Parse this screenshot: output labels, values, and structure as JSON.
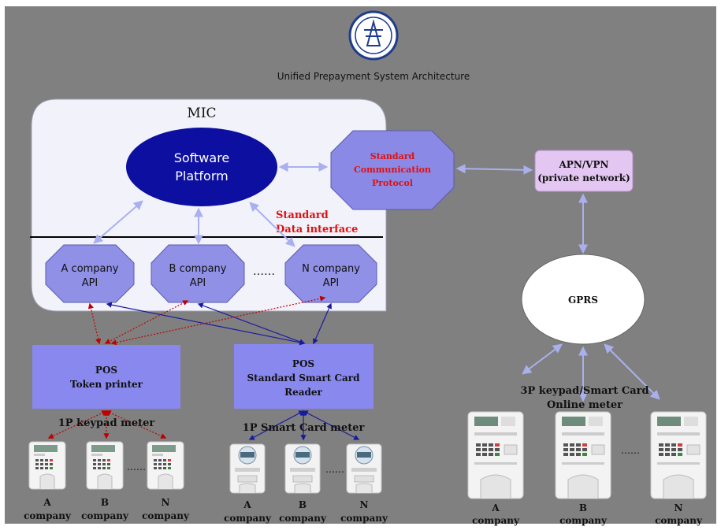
{
  "title": "Unified Prepayment System Architecture",
  "logo": {
    "name": "emblem-seal",
    "text": ""
  },
  "colors": {
    "background": "#808080",
    "mic_panel": "#f2f2fb",
    "platform": "#0d0fa0",
    "protocol": "#8a8ae6",
    "apn": "#e4c6f2",
    "pos": "#8888ee",
    "arrow": "#aab0ee",
    "arrow_dark": "#1a1aa0",
    "arrow_red": "#c00000",
    "red_text": "#e01010"
  },
  "mic": {
    "label": "MIC"
  },
  "software_platform": {
    "line1": "Software",
    "line2": "Platform"
  },
  "protocol": {
    "line1": "Standard",
    "line2": "Communication",
    "line3": "Protocol"
  },
  "data_interface": {
    "line1": "Standard",
    "line2": "Data interface"
  },
  "apis": [
    {
      "line1": "A company",
      "line2": "API"
    },
    {
      "line1": "B company",
      "line2": "API"
    },
    {
      "line1": "N company",
      "line2": "API"
    }
  ],
  "apis_ellipsis": "……",
  "apn": {
    "line1": "APN/VPN",
    "line2": "(private network)"
  },
  "gprs": {
    "label": "GPRS"
  },
  "pos_token": {
    "line1": "POS",
    "line2": "Token printer"
  },
  "pos_card": {
    "line1": "POS",
    "line2": "Standard Smart Card",
    "line3": "Reader"
  },
  "groups": [
    {
      "label": "1P keypad meter",
      "meters": [
        {
          "line1": "A",
          "line2": "company"
        },
        {
          "line1": "B",
          "line2": "company"
        },
        {
          "line1": "N",
          "line2": "company"
        }
      ]
    },
    {
      "label": "1P Smart Card meter",
      "meters": [
        {
          "line1": "A",
          "line2": "company"
        },
        {
          "line1": "B",
          "line2": "company"
        },
        {
          "line1": "N",
          "line2": "company"
        }
      ]
    },
    {
      "label_line1": "3P keypad/Smart Card",
      "label_line2": "Online meter",
      "meters": [
        {
          "line1": "A",
          "line2": "company"
        },
        {
          "line1": "B",
          "line2": "company"
        },
        {
          "line1": "N",
          "line2": "company"
        }
      ]
    }
  ],
  "meter_ellipsis": "……"
}
